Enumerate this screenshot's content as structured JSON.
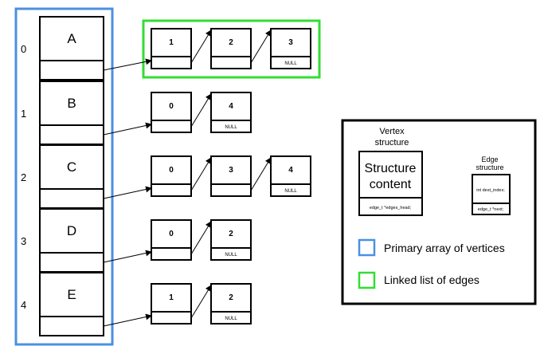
{
  "vertices": [
    {
      "index": "0",
      "label": "A",
      "edges": [
        {
          "dest": "1",
          "null": ""
        },
        {
          "dest": "2",
          "null": ""
        },
        {
          "dest": "3",
          "null": "NULL"
        }
      ]
    },
    {
      "index": "1",
      "label": "B",
      "edges": [
        {
          "dest": "0",
          "null": ""
        },
        {
          "dest": "4",
          "null": "NULL"
        }
      ]
    },
    {
      "index": "2",
      "label": "C",
      "edges": [
        {
          "dest": "0",
          "null": ""
        },
        {
          "dest": "3",
          "null": ""
        },
        {
          "dest": "4",
          "null": "NULL"
        }
      ]
    },
    {
      "index": "3",
      "label": "D",
      "edges": [
        {
          "dest": "0",
          "null": ""
        },
        {
          "dest": "2",
          "null": "NULL"
        }
      ]
    },
    {
      "index": "4",
      "label": "E",
      "edges": [
        {
          "dest": "1",
          "null": ""
        },
        {
          "dest": "2",
          "null": "NULL"
        }
      ]
    }
  ],
  "legend": {
    "vertex_title_line1": "Vertex",
    "vertex_title_line2": "structure",
    "vertex_content_line1": "Structure",
    "vertex_content_line2": "content",
    "vertex_field": "edge_t *edges_head;",
    "edge_title_line1": "Edge",
    "edge_title_line2": "structure",
    "edge_field1": "int dest_index;",
    "edge_field2": "edge_t *next;",
    "primary_label": "Primary array of vertices",
    "linked_label": "Linked list of edges"
  },
  "colors": {
    "primary_array": "#4a90e2",
    "linked_list": "#33dd33"
  }
}
